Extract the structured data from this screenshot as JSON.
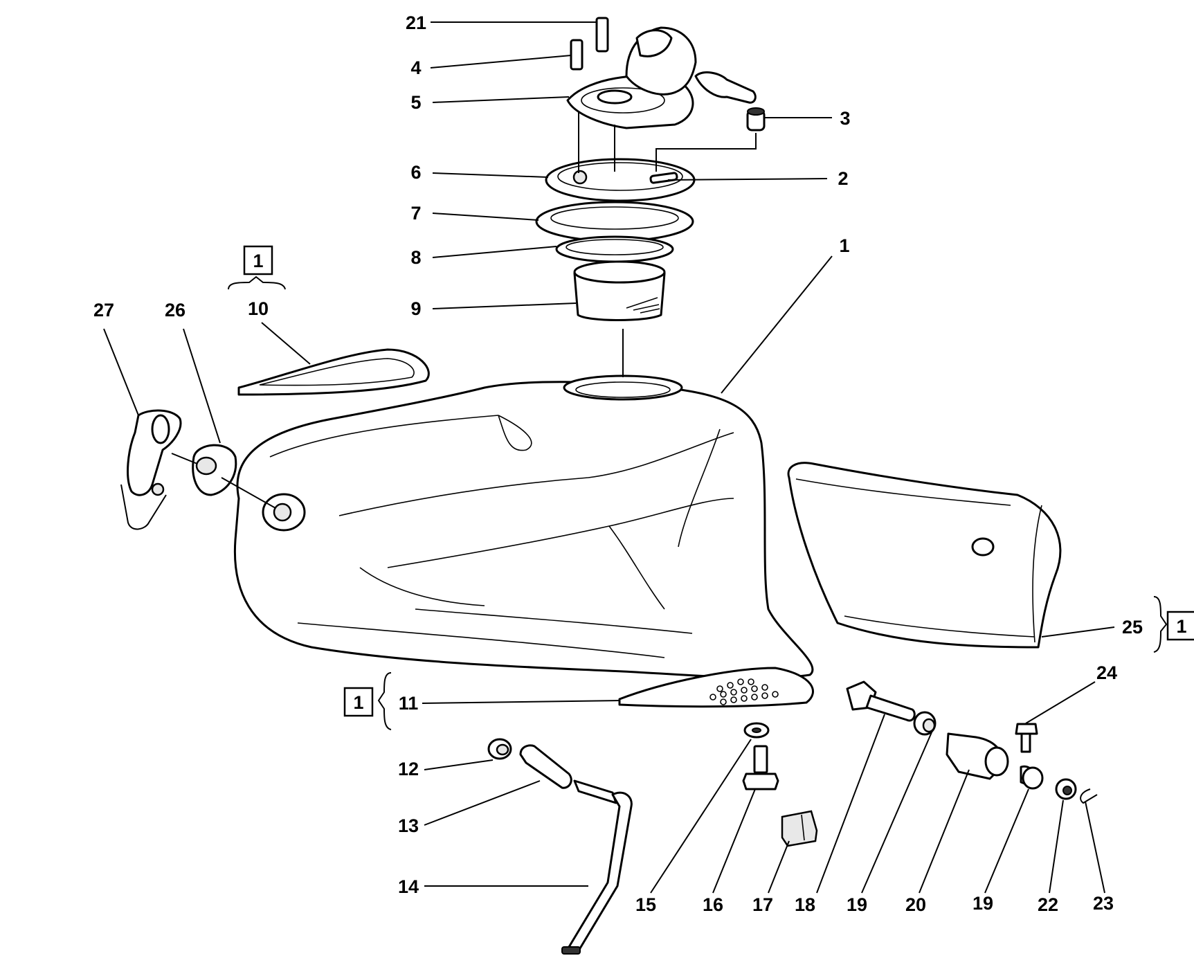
{
  "callouts": [
    {
      "id": "c21",
      "text": "21"
    },
    {
      "id": "c4",
      "text": "4"
    },
    {
      "id": "c5",
      "text": "5"
    },
    {
      "id": "c3",
      "text": "3"
    },
    {
      "id": "c6",
      "text": "6"
    },
    {
      "id": "c2",
      "text": "2"
    },
    {
      "id": "c7",
      "text": "7"
    },
    {
      "id": "c8",
      "text": "8"
    },
    {
      "id": "c1",
      "text": "1"
    },
    {
      "id": "c9",
      "text": "9"
    },
    {
      "id": "c27",
      "text": "27"
    },
    {
      "id": "c26",
      "text": "26"
    },
    {
      "id": "c10",
      "text": "10"
    },
    {
      "id": "c25",
      "text": "25"
    },
    {
      "id": "c24",
      "text": "24"
    },
    {
      "id": "c11",
      "text": "11"
    },
    {
      "id": "c12",
      "text": "12"
    },
    {
      "id": "c13",
      "text": "13"
    },
    {
      "id": "c14",
      "text": "14"
    },
    {
      "id": "c15",
      "text": "15"
    },
    {
      "id": "c16",
      "text": "16"
    },
    {
      "id": "c17",
      "text": "17"
    },
    {
      "id": "c18",
      "text": "18"
    },
    {
      "id": "c19a",
      "text": "19"
    },
    {
      "id": "c20",
      "text": "20"
    },
    {
      "id": "c19b",
      "text": "19"
    },
    {
      "id": "c22",
      "text": "22"
    },
    {
      "id": "c23",
      "text": "23"
    }
  ],
  "group_boxes": [
    {
      "id": "g10",
      "text": "1"
    },
    {
      "id": "g25",
      "text": "1"
    },
    {
      "id": "g11",
      "text": "1"
    }
  ]
}
